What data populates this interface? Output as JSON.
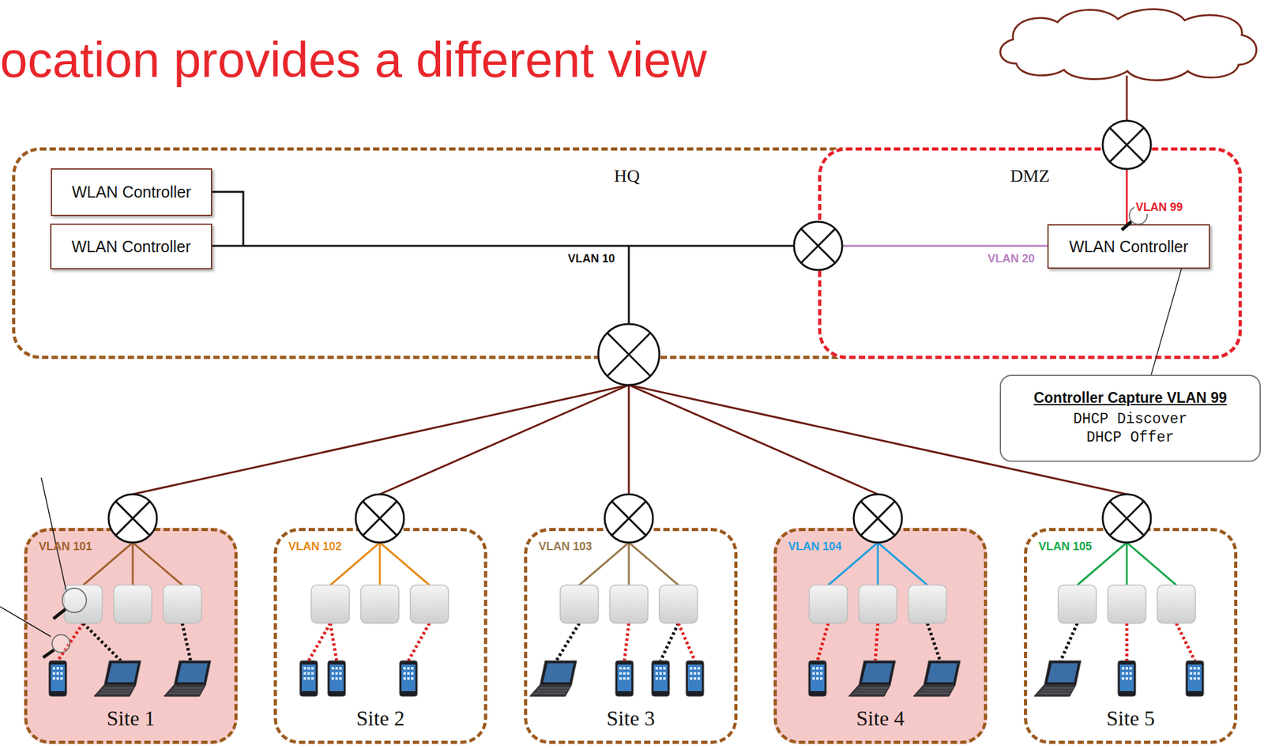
{
  "diagram": {
    "title": "ocation provides a different view",
    "nodes": [
      {
        "text": [
          "HQ"
        ]
      },
      {
        "text": [
          "WLAN Controller"
        ],
        "in": 0
      },
      {
        "text": [
          "WLAN Controller"
        ],
        "in": 0
      },
      {
        "text": [
          "DMZ"
        ],
        "in": 0
      },
      {
        "text": [
          "WLAN Controller"
        ],
        "in": 3
      },
      {
        "text": [
          "Controller Capture VLAN 99",
          "DHCP Discover",
          "DHCP Offer"
        ]
      },
      {
        "text": [
          "VLAN 101",
          "Site 1"
        ]
      },
      {
        "text": [
          "VLAN 102",
          "Site 2"
        ]
      },
      {
        "text": [
          "VLAN 103",
          "Site 3"
        ]
      },
      {
        "text": [
          "VLAN 104",
          "Site 4"
        ]
      },
      {
        "text": [
          "VLAN 105",
          "Site 5"
        ]
      }
    ],
    "edges": [
      {
        "from": 5,
        "to": 4,
        "arrow": "none"
      }
    ],
    "labels": [
      "VLAN 10",
      "VLAN 20",
      "VLAN 99"
    ]
  }
}
